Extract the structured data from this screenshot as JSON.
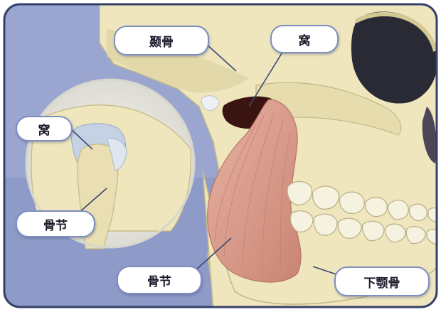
{
  "labels": {
    "temporal_bone": "颞骨",
    "fossa_main": "窝",
    "fossa_inset": "窝",
    "condyle_inset": "骨节",
    "condyle_main": "骨节",
    "mandible": "下颚骨"
  },
  "colors": {
    "background": "#9aa6d0",
    "bone": "#efe6be",
    "bone_shade": "#d8cc98",
    "muscle": "#d99c8c",
    "fossa": "#3a1410",
    "disc": "#c4d2e4",
    "frame_border": "#34406a",
    "label_border": "#7d8fbf"
  }
}
